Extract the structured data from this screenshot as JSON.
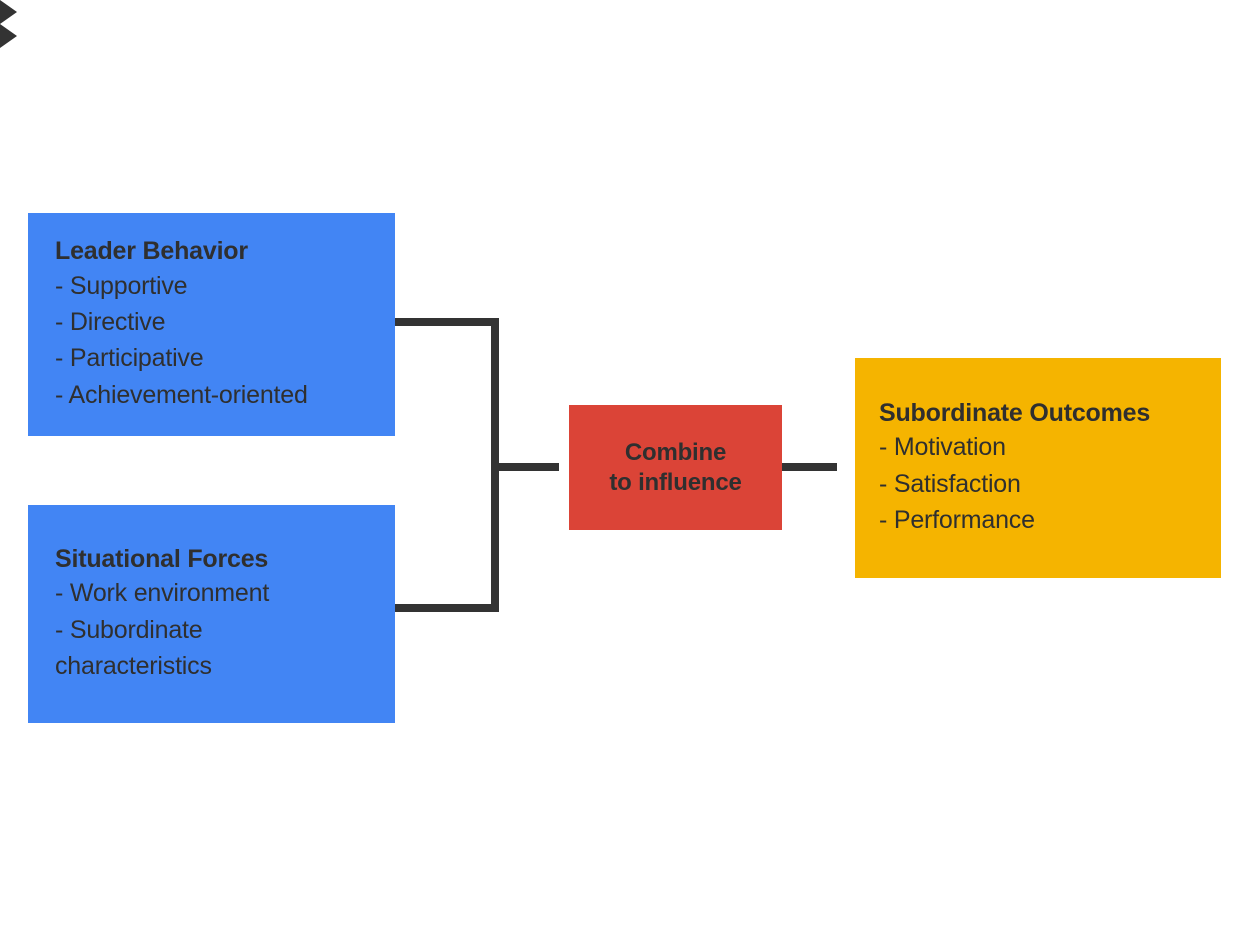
{
  "diagram": {
    "type": "flow-diagram",
    "background_color": "#ffffff",
    "nodes": [
      {
        "id": "leader-behavior",
        "title": "Leader Behavior",
        "color": "#4285f4",
        "items": [
          "- Supportive",
          "- Directive",
          "- Participative",
          "- Achievement-oriented"
        ]
      },
      {
        "id": "situational-forces",
        "title": "Situational Forces",
        "color": "#4285f4",
        "items": [
          "- Work environment",
          "- Subordinate\n  characteristics"
        ]
      },
      {
        "id": "combine",
        "title": "Combine\nto influence",
        "color": "#db4437",
        "items": []
      },
      {
        "id": "subordinate-outcomes",
        "title": "Subordinate Outcomes",
        "color": "#f5b400",
        "items": [
          "- Motivation",
          "- Satisfaction",
          "- Performance"
        ]
      }
    ],
    "connectors": [
      {
        "id": "bracket",
        "from": [
          "leader-behavior",
          "situational-forces"
        ],
        "to": "combine",
        "style": "bracket-with-arrow",
        "color": "#333333"
      },
      {
        "id": "combine-to-outcomes",
        "from": "combine",
        "to": "subordinate-outcomes",
        "style": "arrow",
        "color": "#333333"
      }
    ]
  }
}
